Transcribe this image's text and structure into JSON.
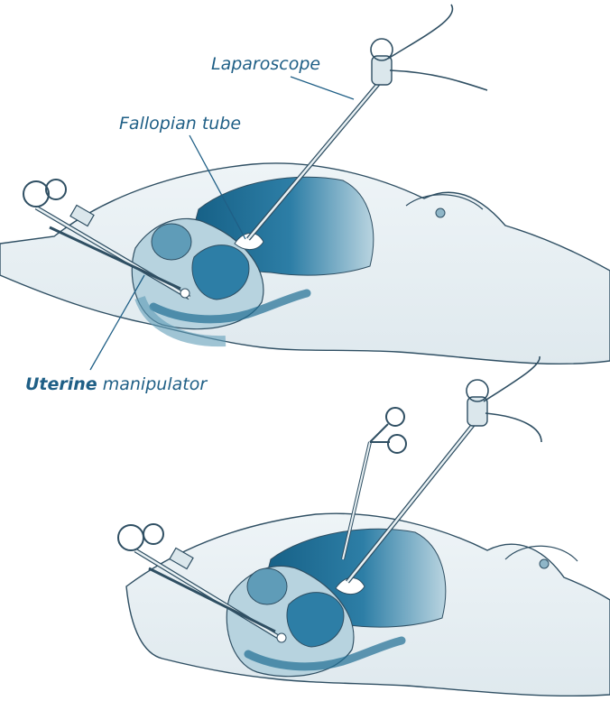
{
  "labels": {
    "laparoscope": "Laparoscope",
    "fallopian_tube": "Fallopian tube",
    "uterine_bold": "Uterine",
    "manipulator": " manipulator"
  },
  "colors": {
    "outline": "#2f4f63",
    "skin": "#e9f1f4",
    "dark_organ": "#1f6d93",
    "mid_organ": "#5f9cb8",
    "light_organ": "#b7d3df",
    "label": "#1f5f86"
  }
}
